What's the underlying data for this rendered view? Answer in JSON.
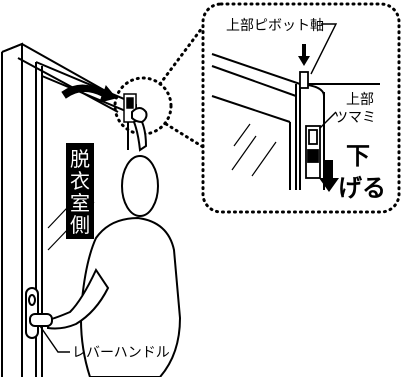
{
  "labels": {
    "top_pivot_shaft": "上部ピボット軸",
    "top_knob_line1": "上部",
    "top_knob_line2": "ツマミ",
    "lower_line1": "下",
    "lower_line2": "げる",
    "room_char1": "脱",
    "room_char2": "衣",
    "room_char3": "室",
    "room_char4": "側",
    "lever_handle": "レバーハンドル"
  }
}
